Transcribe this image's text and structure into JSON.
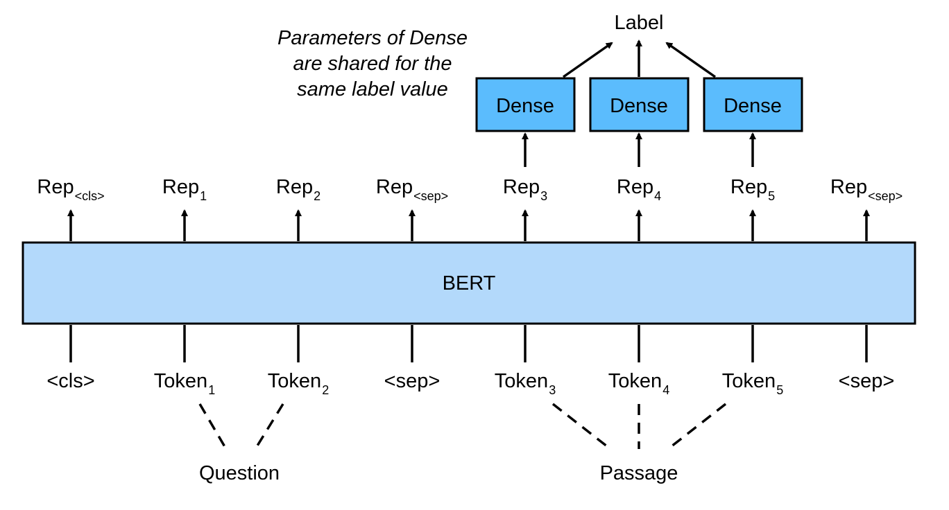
{
  "label": "Label",
  "note": [
    "Parameters of Dense",
    "are shared for the",
    "same label value"
  ],
  "bert": "BERT",
  "dense": [
    "Dense",
    "Dense",
    "Dense"
  ],
  "reps": [
    {
      "base": "Rep",
      "sub": "<cls>"
    },
    {
      "base": "Rep",
      "sub": "1"
    },
    {
      "base": "Rep",
      "sub": "2"
    },
    {
      "base": "Rep",
      "sub": "<sep>"
    },
    {
      "base": "Rep",
      "sub": "3"
    },
    {
      "base": "Rep",
      "sub": "4"
    },
    {
      "base": "Rep",
      "sub": "5"
    },
    {
      "base": "Rep",
      "sub": "<sep>"
    }
  ],
  "tokens": [
    {
      "base": "<cls>",
      "sub": ""
    },
    {
      "base": "Token",
      "sub": "1"
    },
    {
      "base": "Token",
      "sub": "2"
    },
    {
      "base": "<sep>",
      "sub": ""
    },
    {
      "base": "Token",
      "sub": "3"
    },
    {
      "base": "Token",
      "sub": "4"
    },
    {
      "base": "Token",
      "sub": "5"
    },
    {
      "base": "<sep>",
      "sub": ""
    }
  ],
  "groups": {
    "question": "Question",
    "passage": "Passage"
  },
  "colors": {
    "bert_fill": "#b3d9fb",
    "dense_fill": "#5bbcfd",
    "stroke": "#000000"
  }
}
